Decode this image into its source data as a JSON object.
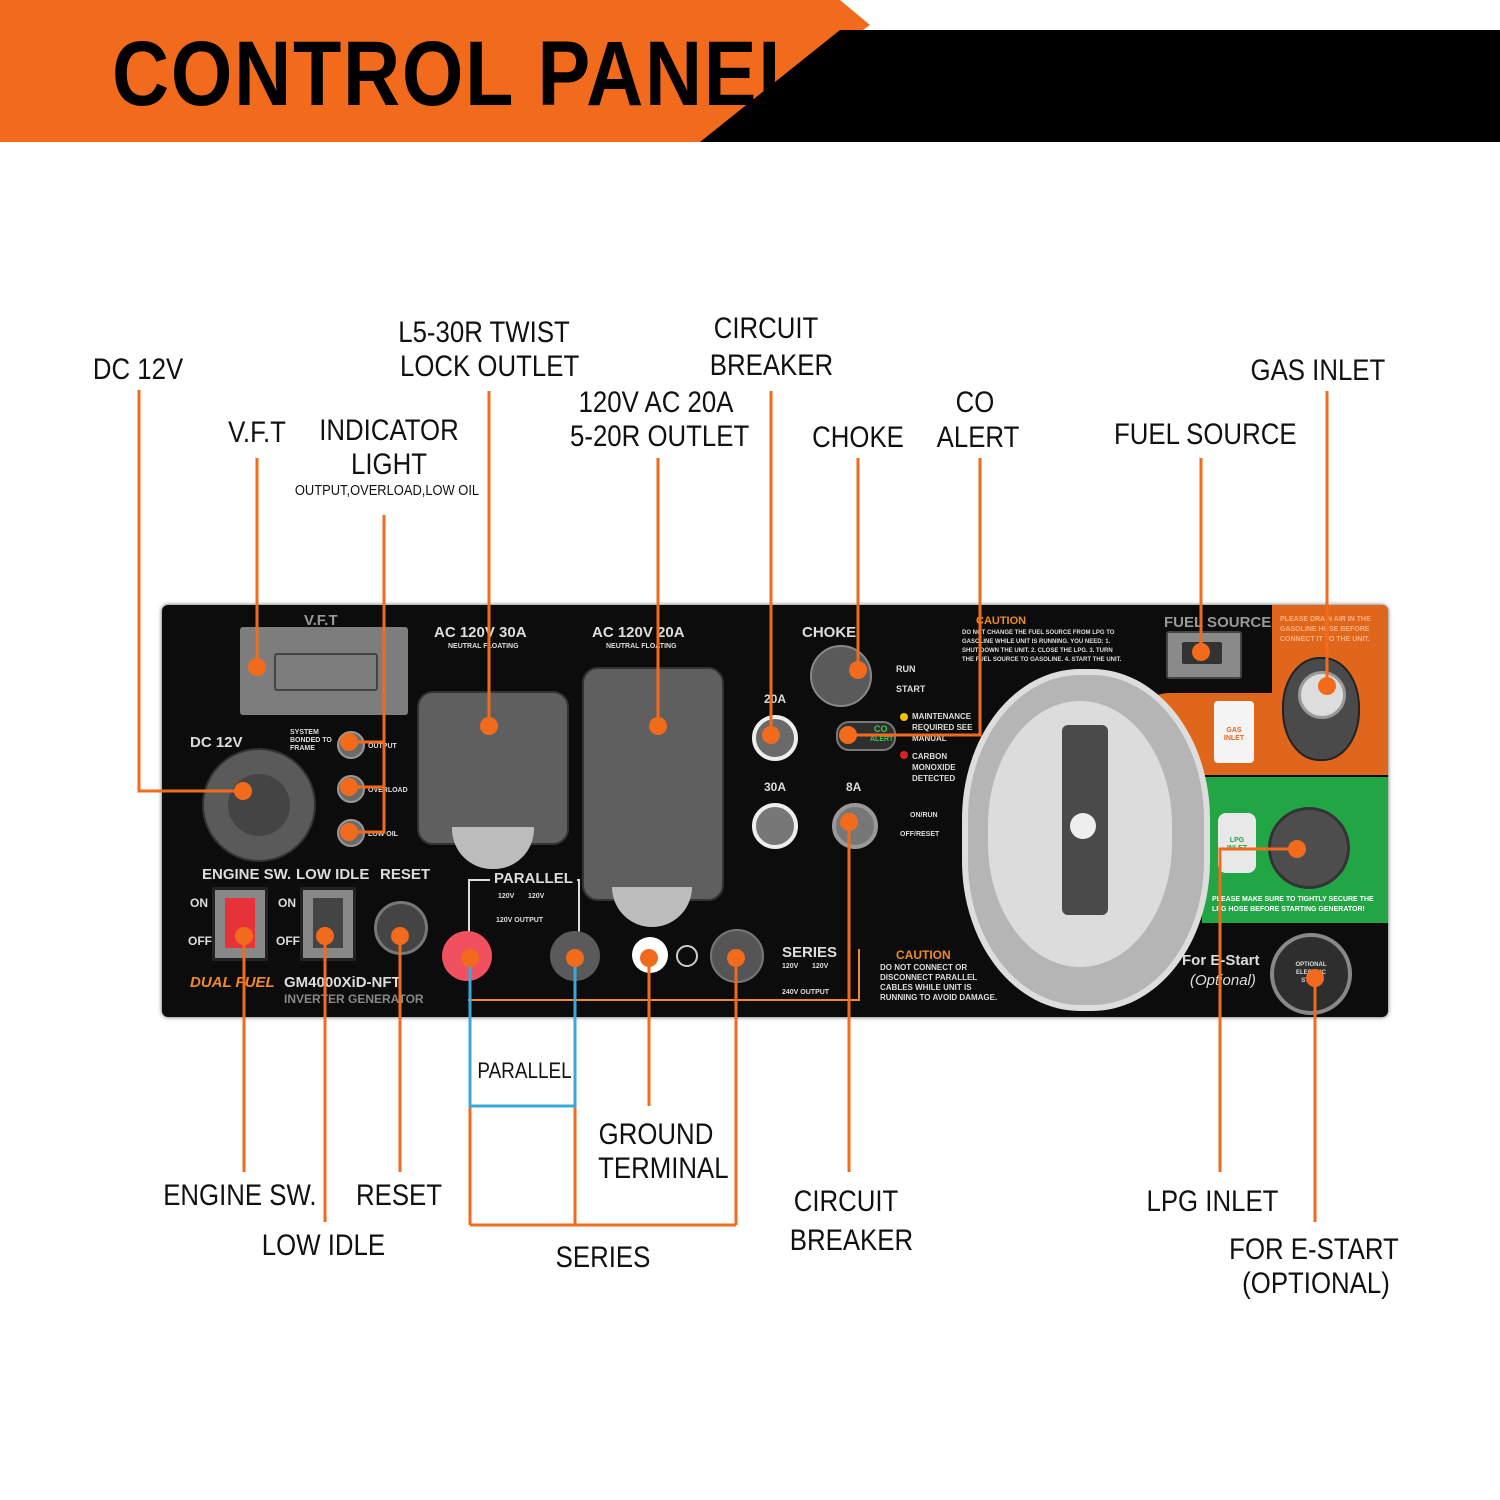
{
  "header": {
    "title": "CONTROL PANEL"
  },
  "colors": {
    "accent": "#f26b1d",
    "line": "#f26b1d",
    "parallel_line": "#3ba9d8",
    "green_zone": "#22a545",
    "orange_zone": "#e0661c"
  },
  "callouts": {
    "dc12v": "DC 12V",
    "vft": "V.F.T",
    "indicator_1": "INDICATOR",
    "indicator_2": "LIGHT",
    "indicator_sub": "OUTPUT,OVERLOAD,LOW OIL",
    "l530_1": "L5-30R TWIST",
    "l530_2": "LOCK OUTLET",
    "outlet20_1": "120V AC 20A",
    "outlet20_2": "5-20R OUTLET",
    "breaker_top_1": "CIRCUIT",
    "breaker_top_2": "BREAKER",
    "choke": "CHOKE",
    "co_1": "CO",
    "co_2": "ALERT",
    "fuel_source": "FUEL SOURCE",
    "gas_inlet": "GAS INLET",
    "engine_sw": "ENGINE SW.",
    "low_idle": "LOW IDLE",
    "reset": "RESET",
    "parallel": "PARALLEL",
    "ground_1": "GROUND",
    "ground_2": "TERMINAL",
    "series": "SERIES",
    "breaker_bottom_1": "CIRCUIT",
    "breaker_bottom_2": "BREAKER",
    "lpg_inlet": "LPG INLET",
    "estart_1": "FOR E-START",
    "estart_2": "(OPTIONAL)"
  },
  "panel": {
    "vft": "V.F.T",
    "dc12v": "DC 12V",
    "system_bonded": "SYSTEM BONDED TO FRAME",
    "output": "OUTPUT",
    "overload": "OVERLOAD",
    "low_oil": "LOW OIL",
    "ac30": "AC 120V 30A",
    "ac20": "AC 120V 20A",
    "neutral_floating": "NEUTRAL FLOATING",
    "choke": "CHOKE",
    "run": "RUN",
    "start": "START",
    "breaker_20a": "20A",
    "breaker_30a": "30A",
    "breaker_8a": "8A",
    "co": "CO",
    "alert": "ALERT",
    "maintenance": "MAINTENANCE REQUIRED SEE MANUAL",
    "co_detected": "CARBON MONOXIDE DETECTED",
    "on_run": "ON/RUN",
    "off_reset": "OFF/RESET",
    "caution_top_title": "CAUTION",
    "caution_top_body": "DO NOT CHANGE THE FUEL SOURCE FROM LPG TO GASOLINE WHILE UNIT IS RUNNING. YOU NEED: 1. SHUT DOWN THE UNIT. 2. CLOSE THE LPG. 3. TURN THE FUEL SOURCE TO GASOLINE. 4. START THE UNIT.",
    "fuel_source": "FUEL SOURCE",
    "gas_note": "PLEASE DRAIN AIR IN THE GASOLINE HOSE BEFORE CONNECT IT TO THE UNIT.",
    "gas_inlet": "GAS INLET",
    "lpg_inlet": "LPG INLET",
    "lpg_note": "PLEASE MAKE SURE TO TIGHTLY SECURE THE LPG HOSE BEFORE STARTING GENERATOR!",
    "engine_sw": "ENGINE SW.",
    "low_idle": "LOW IDLE",
    "reset": "RESET",
    "on": "ON",
    "off": "OFF",
    "parallel": "PARALLEL",
    "v120": "120V",
    "output_120": "120V OUTPUT",
    "series": "SERIES",
    "output_240": "240V OUTPUT",
    "caution_bottom_title": "CAUTION",
    "caution_bottom_body": "DO NOT CONNECT OR DISCONNECT PARALLEL CABLES WHILE UNIT IS RUNNING TO AVOID DAMAGE.",
    "brand": "DUAL FUEL",
    "model": "GM4000XiD-NFT",
    "model_sub": "INVERTER GENERATOR",
    "estart": "For E-Start",
    "estart_sub": "(Optional)",
    "estart_button": "OPTIONAL ELECTRIC START"
  }
}
